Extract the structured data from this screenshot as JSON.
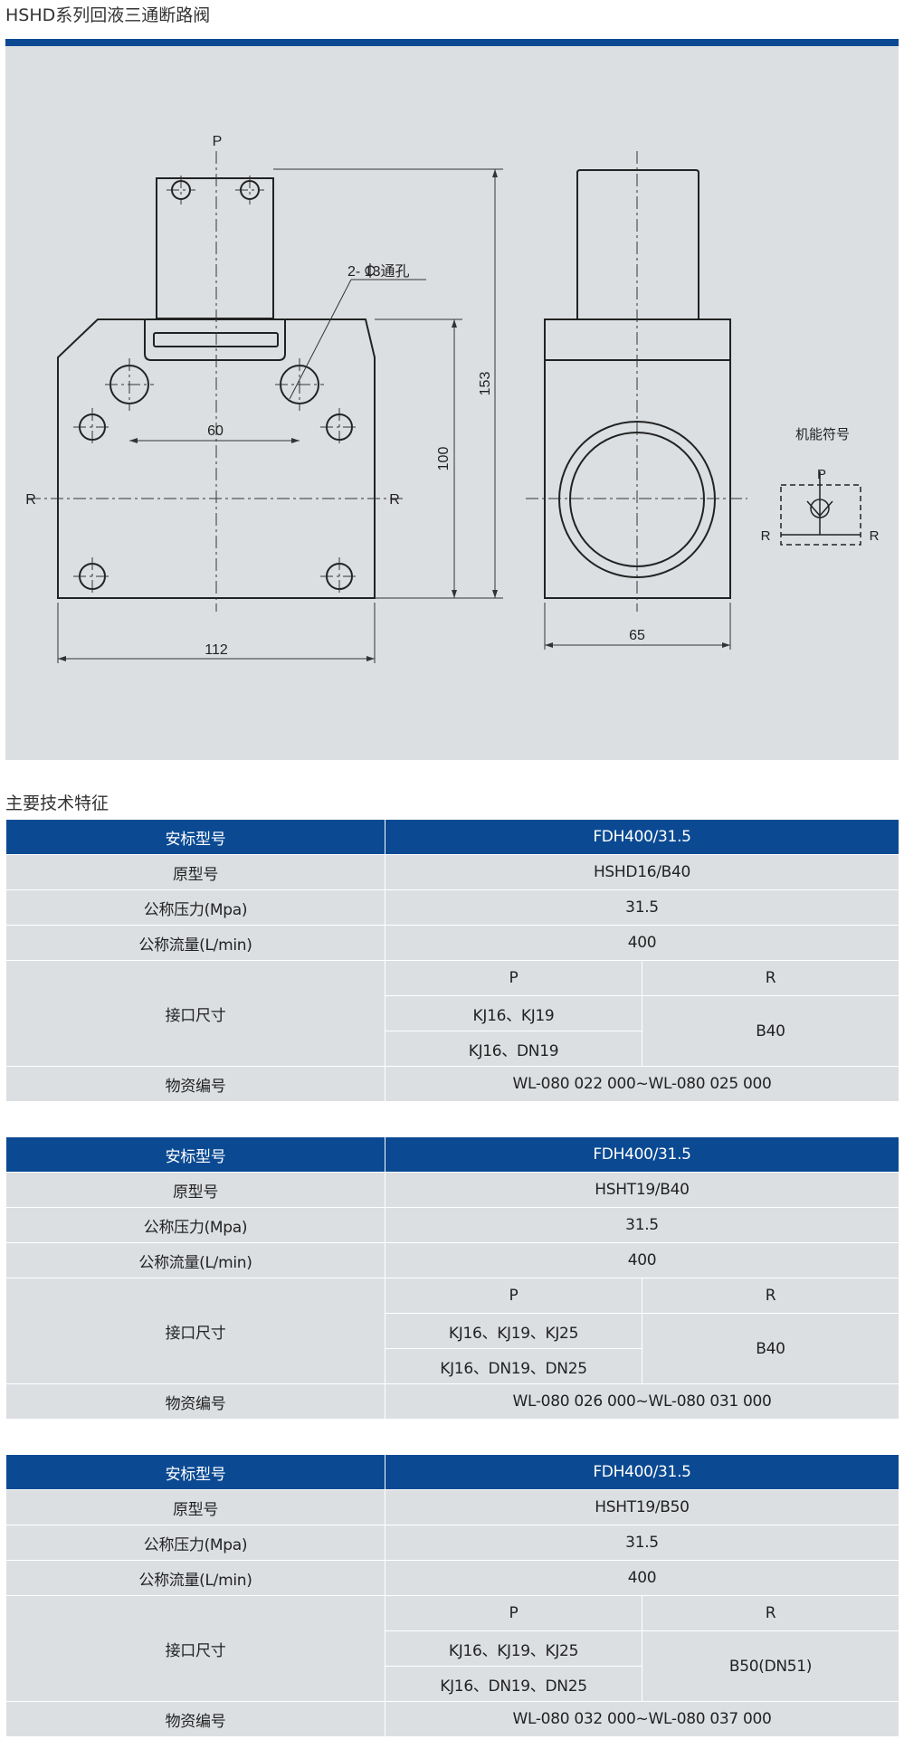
{
  "page": {
    "title": "HSHD系列回液三通断路阀",
    "section_title": "主要技术特征"
  },
  "drawing": {
    "port_p": "P",
    "port_r_left": "R",
    "port_r_right": "R",
    "hole_note": "2-  13通孔",
    "dim_60": "60",
    "dim_100": "100",
    "dim_153": "153",
    "dim_112": "112",
    "dim_65": "65",
    "symbol_title": "机能符号",
    "symbol_p": "P",
    "symbol_r_left": "R",
    "symbol_r_right": "R"
  },
  "tables": [
    {
      "std_label": "安标型号",
      "std_value": "FDH400/31.5",
      "model_label": "原型号",
      "model_value": "HSHD16/B40",
      "pressure_label": "公称压力(Mpa)",
      "pressure_value": "31.5",
      "flow_label": "公称流量(L/min)",
      "flow_value": "400",
      "port_label": "接口尺寸",
      "p_header": "P",
      "r_header": "R",
      "p_value_1": "KJ16、KJ19",
      "p_value_2": "KJ16、DN19",
      "r_value": "B40",
      "material_label": "物资编号",
      "material_value": "WL-080 022 000~WL-080 025 000"
    },
    {
      "std_label": "安标型号",
      "std_value": "FDH400/31.5",
      "model_label": "原型号",
      "model_value": "HSHT19/B40",
      "pressure_label": "公称压力(Mpa)",
      "pressure_value": "31.5",
      "flow_label": "公称流量(L/min)",
      "flow_value": "400",
      "port_label": "接口尺寸",
      "p_header": "P",
      "r_header": "R",
      "p_value_1": "KJ16、KJ19、KJ25",
      "p_value_2": "KJ16、DN19、DN25",
      "r_value": "B40",
      "material_label": "物资编号",
      "material_value": "WL-080 026 000~WL-080 031 000"
    },
    {
      "std_label": "安标型号",
      "std_value": "FDH400/31.5",
      "model_label": "原型号",
      "model_value": "HSHT19/B50",
      "pressure_label": "公称压力(Mpa)",
      "pressure_value": "31.5",
      "flow_label": "公称流量(L/min)",
      "flow_value": "400",
      "port_label": "接口尺寸",
      "p_header": "P",
      "r_header": "R",
      "p_value_1": "KJ16、KJ19、KJ25",
      "p_value_2": "KJ16、DN19、DN25",
      "r_value": "B50(DN51)",
      "material_label": "物资编号",
      "material_value": "WL-080 032 000~WL-080 037 000"
    }
  ]
}
